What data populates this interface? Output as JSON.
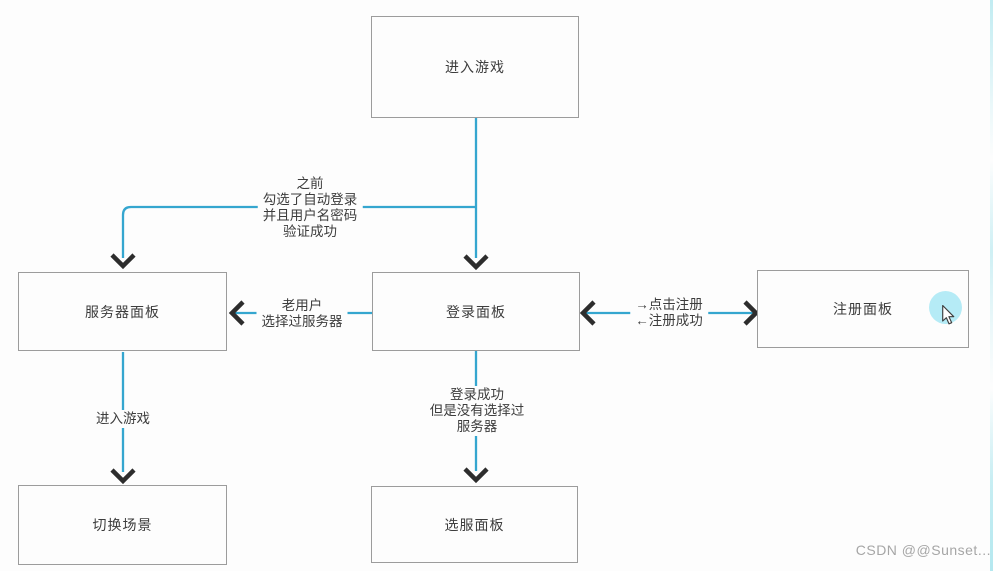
{
  "diagram": {
    "nodes": {
      "enter_game": {
        "label": "进入游戏"
      },
      "server_panel": {
        "label": "服务器面板"
      },
      "login_panel": {
        "label": "登录面板"
      },
      "register_panel": {
        "label": "注册面板"
      },
      "switch_scene": {
        "label": "切换场景"
      },
      "select_server": {
        "label": "选服面板"
      }
    },
    "edge_labels": {
      "auto_login": "之前\n勾选了自动登录\n并且用户名密码\n验证成功",
      "old_user": "老用户\n选择过服务器",
      "register_toggle": "→点击注册\n←注册成功",
      "login_no_server": "登录成功\n但是没有选择过\n服务器",
      "enter_game": "进入游戏"
    },
    "colors": {
      "connector_line": "#35a6cf",
      "arrowhead": "#2d2d2d",
      "node_border": "#9c9c9c",
      "node_text": "#3d3d3d",
      "cursor_highlight": "#a9e9f5",
      "watermark_text": "#a6a6a6",
      "background": "#fdfdfd"
    }
  },
  "watermark": {
    "text": "CSDN @@Sunset..."
  }
}
